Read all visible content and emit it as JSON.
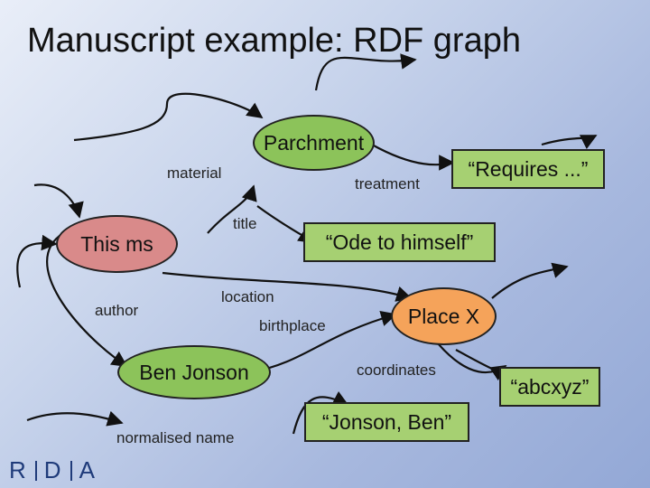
{
  "slide": {
    "title": "Manuscript example: RDF graph"
  },
  "nodes": {
    "parchment": "Parchment",
    "this_ms": "This ms",
    "requires": "“Requires ...”",
    "ode": "“Ode to himself”",
    "place_x": "Place X",
    "ben_jonson": "Ben Jonson",
    "abcxyz": "“abcxyz”",
    "jonson_ben": "“Jonson, Ben”"
  },
  "edges": {
    "material": "material",
    "treatment": "treatment",
    "title": "title",
    "author": "author",
    "location": "location",
    "birthplace": "birthplace",
    "coordinates": "coordinates",
    "normalised_name": "normalised name"
  },
  "logo": {
    "letters": [
      "R",
      "D",
      "A"
    ]
  },
  "colors": {
    "resource_parchment": "#8cc35a",
    "resource_ms": "#d98a8a",
    "resource_place": "#f5a35a",
    "resource_person": "#8cc35a",
    "literal": "#a6d072",
    "logo": "#1f3b7a"
  }
}
